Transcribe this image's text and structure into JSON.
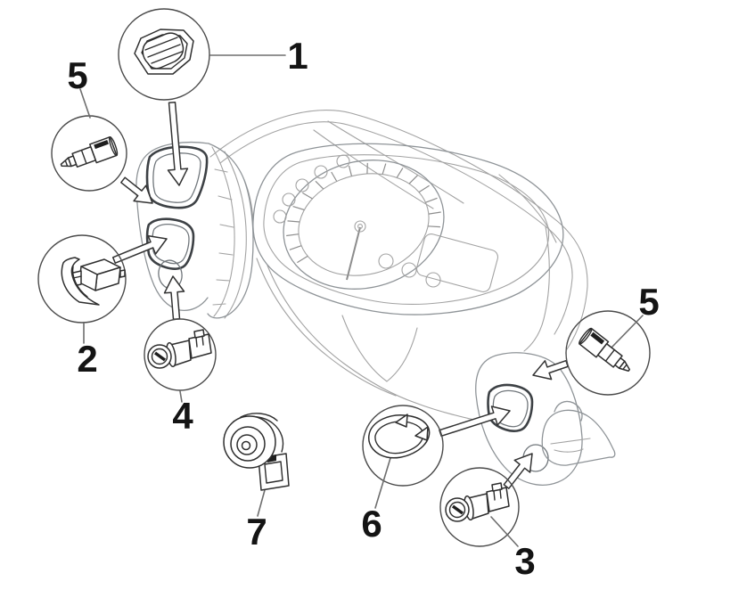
{
  "figure": {
    "kind": "scooter handlebar / dashboard electrical devices exploded parts diagram",
    "background": "#ffffff"
  },
  "colors": {
    "body_line": "#a3a3a3",
    "housing_line": "#3d4145",
    "detail_line": "#2e2e2e",
    "callout_line": "#4a4a4a",
    "label_text": "#141414"
  },
  "callouts": [
    {
      "number": "1"
    },
    {
      "number": "2"
    },
    {
      "number": "3"
    },
    {
      "number": "4"
    },
    {
      "number": "5"
    },
    {
      "number": "5"
    },
    {
      "number": "6"
    },
    {
      "number": "7"
    }
  ]
}
